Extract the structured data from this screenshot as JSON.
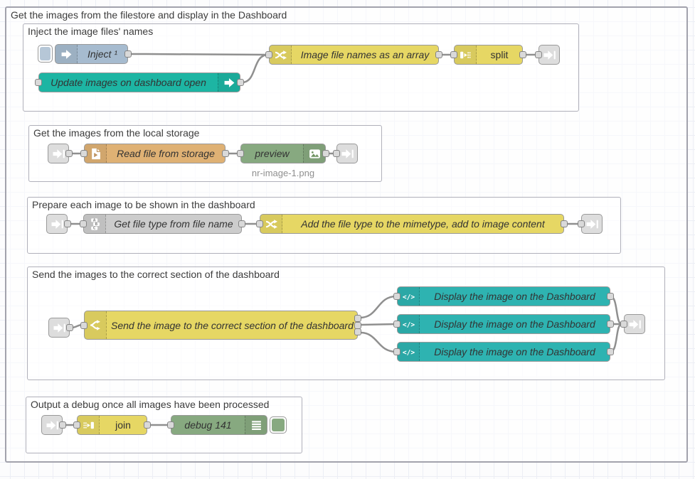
{
  "app": {
    "name": "Node-RED flow canvas"
  },
  "groups": {
    "outer": {
      "label": "Get the images from the filestore and display in the Dashboard"
    },
    "inject": {
      "label": "Inject the image files' names"
    },
    "storage": {
      "label": "Get the images from the local storage"
    },
    "prepare": {
      "label": "Prepare each image to be shown in the dashboard"
    },
    "send": {
      "label": "Send the images to the correct section of the dashboard"
    },
    "debug": {
      "label": "Output a debug once all images have been processed"
    }
  },
  "nodes": {
    "inject": {
      "label": "Inject ¹"
    },
    "ui_control": {
      "label": "Update images on dashboard open"
    },
    "fn_filenames": {
      "label": "Image file names as an array"
    },
    "split": {
      "label": "split"
    },
    "read_file": {
      "label": "Read file from storage"
    },
    "preview": {
      "label": "preview",
      "status": "nr-image-1.png"
    },
    "get_file_type": {
      "label": "Get file type from file name"
    },
    "fn_mimetype": {
      "label": "Add the file type to the mimetype, add to image content"
    },
    "switch_send": {
      "label": "Send the image to the correct section of the dashboard"
    },
    "template_1": {
      "label": "Display the image on the Dashboard"
    },
    "template_2": {
      "label": "Display the image on the Dashboard"
    },
    "template_3": {
      "label": "Display the image on the Dashboard"
    },
    "join": {
      "label": "join"
    },
    "debug": {
      "label": "debug 141"
    }
  },
  "icons": {
    "inject": "arrow-right-icon",
    "ui_control": "arrow-right-icon",
    "function": "shuffle-arrows-icon",
    "switch": "fork-arrows-icon",
    "split": "split-icon",
    "join": "join-icon",
    "file": "file-in-icon",
    "image": "image-icon",
    "change": "abc-blocks-icon",
    "template": "code-icon",
    "debug": "list-lines-icon",
    "link": "link-arrow-icon"
  },
  "colors": {
    "inject_blue": "#a6bbcf",
    "teal_control": "#1db5a3",
    "teal_template": "#2eb3b1",
    "node_yellow": "#e6d764",
    "file_orange": "#dfb174",
    "node_green": "#87a980",
    "node_grey": "#cccccc",
    "link_grey": "#dddddd",
    "wire_grey": "#8f8f8f"
  }
}
